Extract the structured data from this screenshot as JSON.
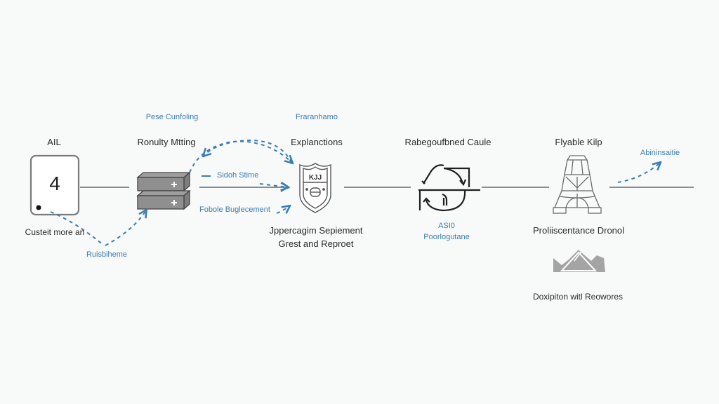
{
  "diagram": {
    "colors": {
      "background": "#f8f9f9",
      "connector": "#8c8c8c",
      "icon_stroke": "#555555",
      "accent_blue": "#3b7db3",
      "text_dark": "#2b2b2b"
    },
    "nodes": [
      {
        "id": "ail",
        "title": "AIL",
        "icon": "device-card-icon",
        "icon_value": "4",
        "caption": "Custeit more an",
        "annotation": "Ruisbiheme"
      },
      {
        "id": "ronulty",
        "title": "Ronulty Mtting",
        "icon": "server-stack-icon",
        "top_annotation": "Pese Cunfoling"
      },
      {
        "id": "explanctions",
        "title": "Explanctions",
        "icon": "shield-icon",
        "icon_text": "KJJ",
        "top_annotation": "Fraranhamo",
        "caption_lines": [
          "Jppercagim Sepiement",
          "Grest and Reproet"
        ]
      },
      {
        "id": "rabegoufbned",
        "title": "Rabegoufbned Caule",
        "icon": "cycle-arrows-icon",
        "annotation_lines": [
          "ASI0",
          "Poorlogutane"
        ]
      },
      {
        "id": "flyable",
        "title": "Flyable Kilp",
        "icon": "tower-icon",
        "caption": "Proliiscentance Dronol",
        "sub_icon": "crown-mountain-icon",
        "sub_caption": "Doxipiton witl Reowores"
      }
    ],
    "edge_labels": {
      "side_stime": "Sidoh Stime",
      "fobole": "Fobole Buglecement",
      "exit": "Abininsaitie"
    }
  }
}
